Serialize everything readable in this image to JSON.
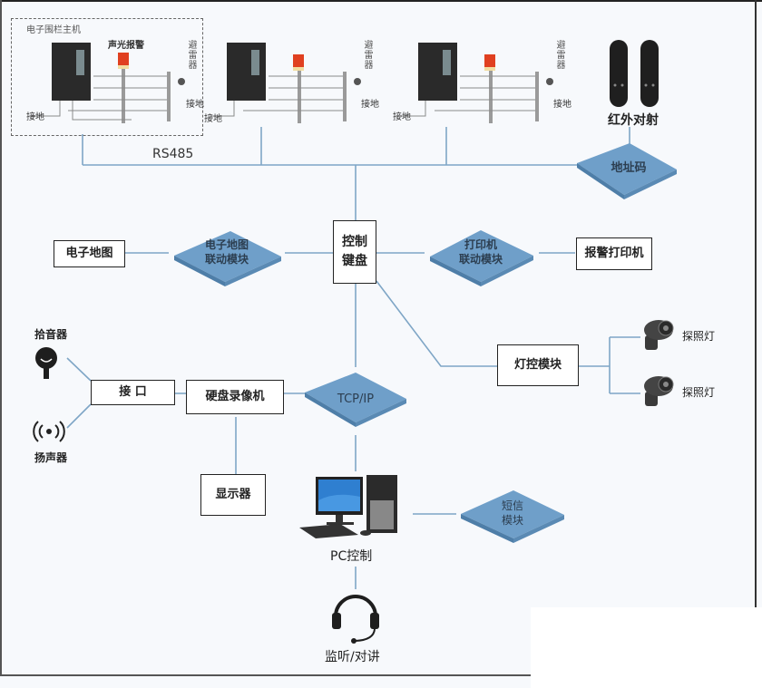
{
  "host_group": {
    "title": "电子围栏主机",
    "alarm_label": "声光报警",
    "arrester_label": "避雷器",
    "ground_label": "接地"
  },
  "bus": {
    "rs485_label": "RS485"
  },
  "infrared": {
    "label": "红外对射"
  },
  "address_code": {
    "label": "地址码"
  },
  "keyboard": {
    "line1": "控制",
    "line2": "键盘"
  },
  "emap": {
    "label": "电子地图"
  },
  "emap_module": {
    "line1": "电子地图",
    "line2": "联动模块"
  },
  "printer_module": {
    "line1": "打印机",
    "line2": "联动模块"
  },
  "alarm_printer": {
    "label": "报警打印机"
  },
  "light_module": {
    "label": "灯控模块"
  },
  "searchlights": [
    {
      "label": "探照灯"
    },
    {
      "label": "探照灯"
    }
  ],
  "pickup": {
    "label": "拾音器"
  },
  "speaker": {
    "label": "扬声器"
  },
  "interface": {
    "label": "接 口"
  },
  "dvr": {
    "label": "硬盘录像机"
  },
  "tcpip": {
    "label": "TCP/IP"
  },
  "monitor": {
    "label": "显示器"
  },
  "pc": {
    "label": "PC控制"
  },
  "sms": {
    "line1": "短信",
    "line2": "模块"
  },
  "headset": {
    "label": "监听/对讲"
  },
  "colors": {
    "line": "#7fa6c6",
    "slab": "#6f9fc9",
    "slab_side": "#4e7ea8",
    "device": "#2a2a2a"
  }
}
